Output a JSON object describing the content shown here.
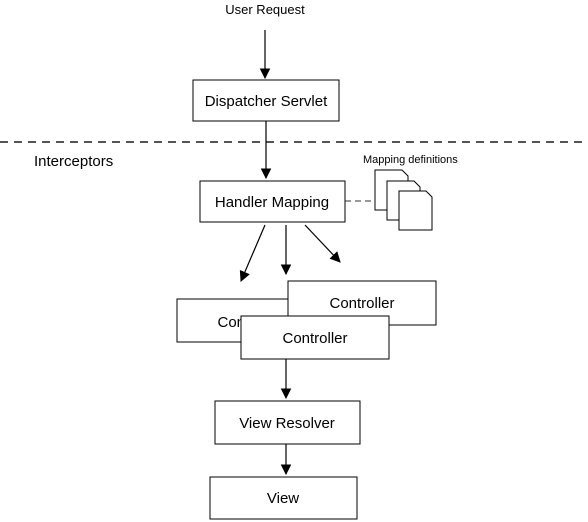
{
  "user_request": "User Request",
  "dispatcher_servlet": "Dispatcher Servlet",
  "interceptors": "Interceptors",
  "mapping_definitions": "Mapping definitions",
  "handler_mapping": "Handler Mapping",
  "controller_back": "Controller",
  "controller_middle": "Controller",
  "controller_front": "Controller",
  "view_resolver": "View Resolver",
  "view": "View"
}
